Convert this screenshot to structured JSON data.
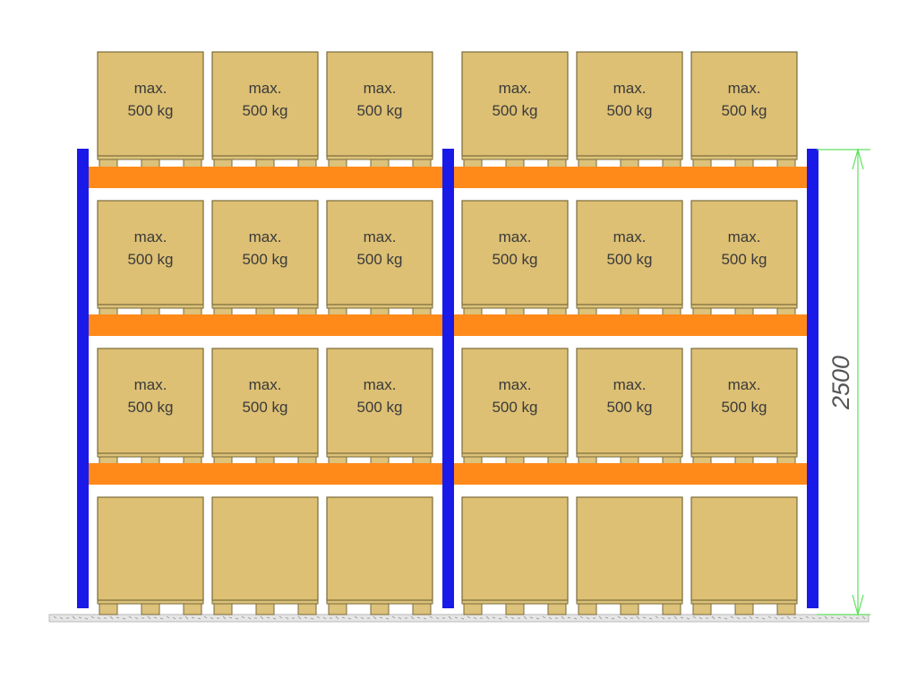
{
  "diagram": {
    "type": "pallet-rack-elevation",
    "columns": 2,
    "pallets_per_bay": 3,
    "levels": [
      {
        "label_line1": "max.",
        "label_line2": "500 kg"
      },
      {
        "label_line1": "max.",
        "label_line2": "500 kg"
      },
      {
        "label_line1": "max.",
        "label_line2": "500 kg"
      },
      {
        "label_line1": "",
        "label_line2": ""
      }
    ],
    "dimension": {
      "value": "2500"
    },
    "colors": {
      "upright": "#1a1ae8",
      "beam": "#ff8a1a",
      "box_fill": "#ddc074",
      "box_stroke": "#7a6a3a",
      "pallet": "#dcc27a",
      "dimension_line": "#5fe05f",
      "floor": "#b8b8b8"
    }
  }
}
